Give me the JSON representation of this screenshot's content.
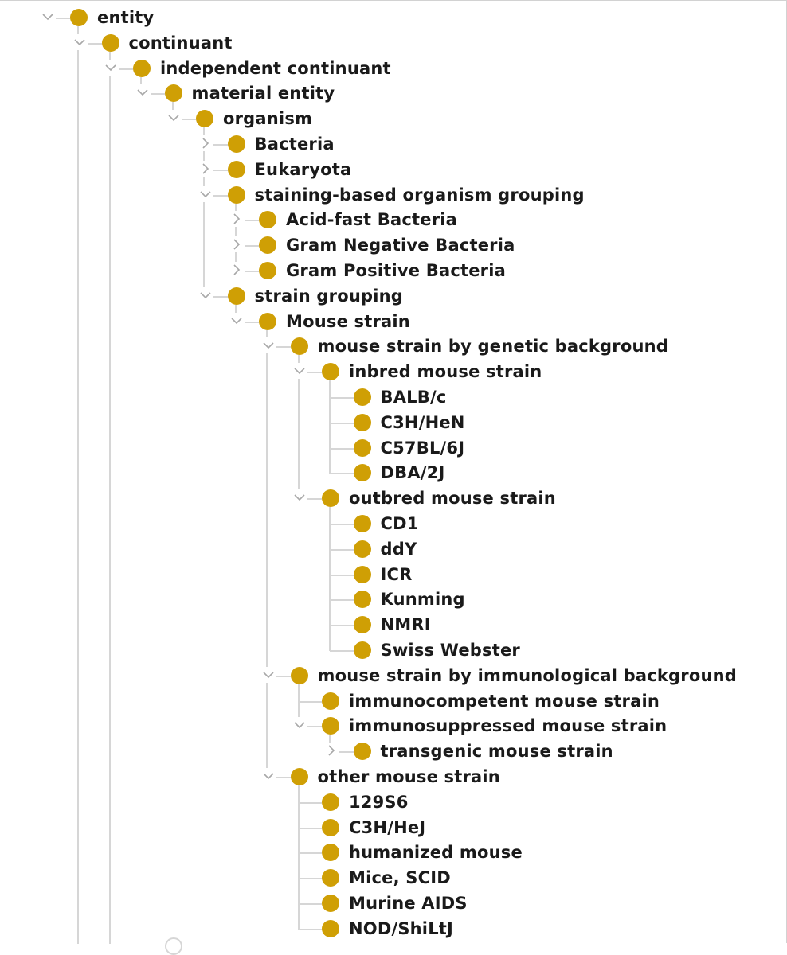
{
  "tree": {
    "nodes": [
      {
        "label": "entity",
        "level": 0,
        "state": "expanded"
      },
      {
        "label": "continuant",
        "level": 1,
        "state": "expanded"
      },
      {
        "label": "independent continuant",
        "level": 2,
        "state": "expanded"
      },
      {
        "label": "material entity",
        "level": 3,
        "state": "expanded"
      },
      {
        "label": "organism",
        "level": 4,
        "state": "expanded"
      },
      {
        "label": "Bacteria",
        "level": 5,
        "state": "collapsed"
      },
      {
        "label": "Eukaryota",
        "level": 5,
        "state": "collapsed"
      },
      {
        "label": "staining-based organism grouping",
        "level": 5,
        "state": "expanded"
      },
      {
        "label": "Acid-fast Bacteria",
        "level": 6,
        "state": "collapsed"
      },
      {
        "label": "Gram Negative Bacteria",
        "level": 6,
        "state": "collapsed"
      },
      {
        "label": "Gram Positive Bacteria",
        "level": 6,
        "state": "collapsed"
      },
      {
        "label": "strain grouping",
        "level": 5,
        "state": "expanded"
      },
      {
        "label": "Mouse strain",
        "level": 6,
        "state": "expanded"
      },
      {
        "label": "mouse strain by genetic background",
        "level": 7,
        "state": "expanded"
      },
      {
        "label": "inbred mouse strain",
        "level": 8,
        "state": "expanded"
      },
      {
        "label": "BALB/c",
        "level": 9,
        "state": "leaf"
      },
      {
        "label": "C3H/HeN",
        "level": 9,
        "state": "leaf"
      },
      {
        "label": "C57BL/6J",
        "level": 9,
        "state": "leaf"
      },
      {
        "label": "DBA/2J",
        "level": 9,
        "state": "leaf"
      },
      {
        "label": "outbred mouse strain",
        "level": 8,
        "state": "expanded"
      },
      {
        "label": "CD1",
        "level": 9,
        "state": "leaf"
      },
      {
        "label": "ddY",
        "level": 9,
        "state": "leaf"
      },
      {
        "label": "ICR",
        "level": 9,
        "state": "leaf"
      },
      {
        "label": "Kunming",
        "level": 9,
        "state": "leaf"
      },
      {
        "label": "NMRI",
        "level": 9,
        "state": "leaf"
      },
      {
        "label": "Swiss Webster",
        "level": 9,
        "state": "leaf"
      },
      {
        "label": "mouse strain by immunological background",
        "level": 7,
        "state": "expanded"
      },
      {
        "label": "immunocompetent mouse strain",
        "level": 8,
        "state": "leaf"
      },
      {
        "label": "immunosuppressed mouse strain",
        "level": 8,
        "state": "expanded"
      },
      {
        "label": "transgenic mouse strain",
        "level": 9,
        "state": "collapsed"
      },
      {
        "label": "other mouse strain",
        "level": 7,
        "state": "expanded"
      },
      {
        "label": "129S6",
        "level": 8,
        "state": "leaf"
      },
      {
        "label": "C3H/HeJ",
        "level": 8,
        "state": "leaf"
      },
      {
        "label": "humanized mouse",
        "level": 8,
        "state": "leaf"
      },
      {
        "label": "Mice, SCID",
        "level": 8,
        "state": "leaf"
      },
      {
        "label": "Murine AIDS",
        "level": 8,
        "state": "leaf"
      },
      {
        "label": "NOD/ShiLtJ",
        "level": 8,
        "state": "leaf"
      }
    ]
  },
  "colors": {
    "node_icon": "#cf9f05",
    "connector": "#d6d6d6",
    "toggle": "#a8a8a8",
    "text": "#1a1a1a"
  },
  "icons": {
    "node": "class-circle-icon",
    "expanded": "chevron-down-icon",
    "collapsed": "chevron-right-icon"
  }
}
